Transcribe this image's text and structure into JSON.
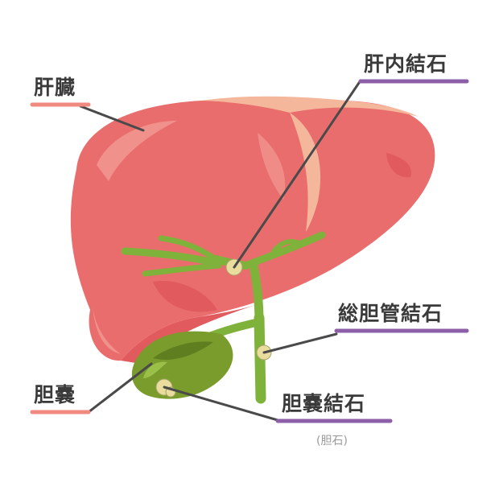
{
  "labels": {
    "liver": "肝臓",
    "intrahepatic_stone": "肝内結石",
    "common_bile_duct_stone": "総胆管結石",
    "gallbladder": "胆嚢",
    "gallbladder_stone": "胆嚢結石",
    "gallbladder_stone_note": "(胆石)"
  },
  "colors": {
    "liver": "#ea6d6d",
    "liver_shadow": "#e05a5e",
    "liver_highlight": "#f29a94",
    "liver_top": "#f5b79c",
    "bile_duct": "#7fb23a",
    "gallbladder": "#7a9c2c",
    "gallbladder_dark": "#5f7e1f",
    "stone": "#e9dc9c",
    "underline_pink": "#f08a80",
    "underline_purple": "#8d5fa8",
    "pointer_line": "#4a4a4a"
  }
}
